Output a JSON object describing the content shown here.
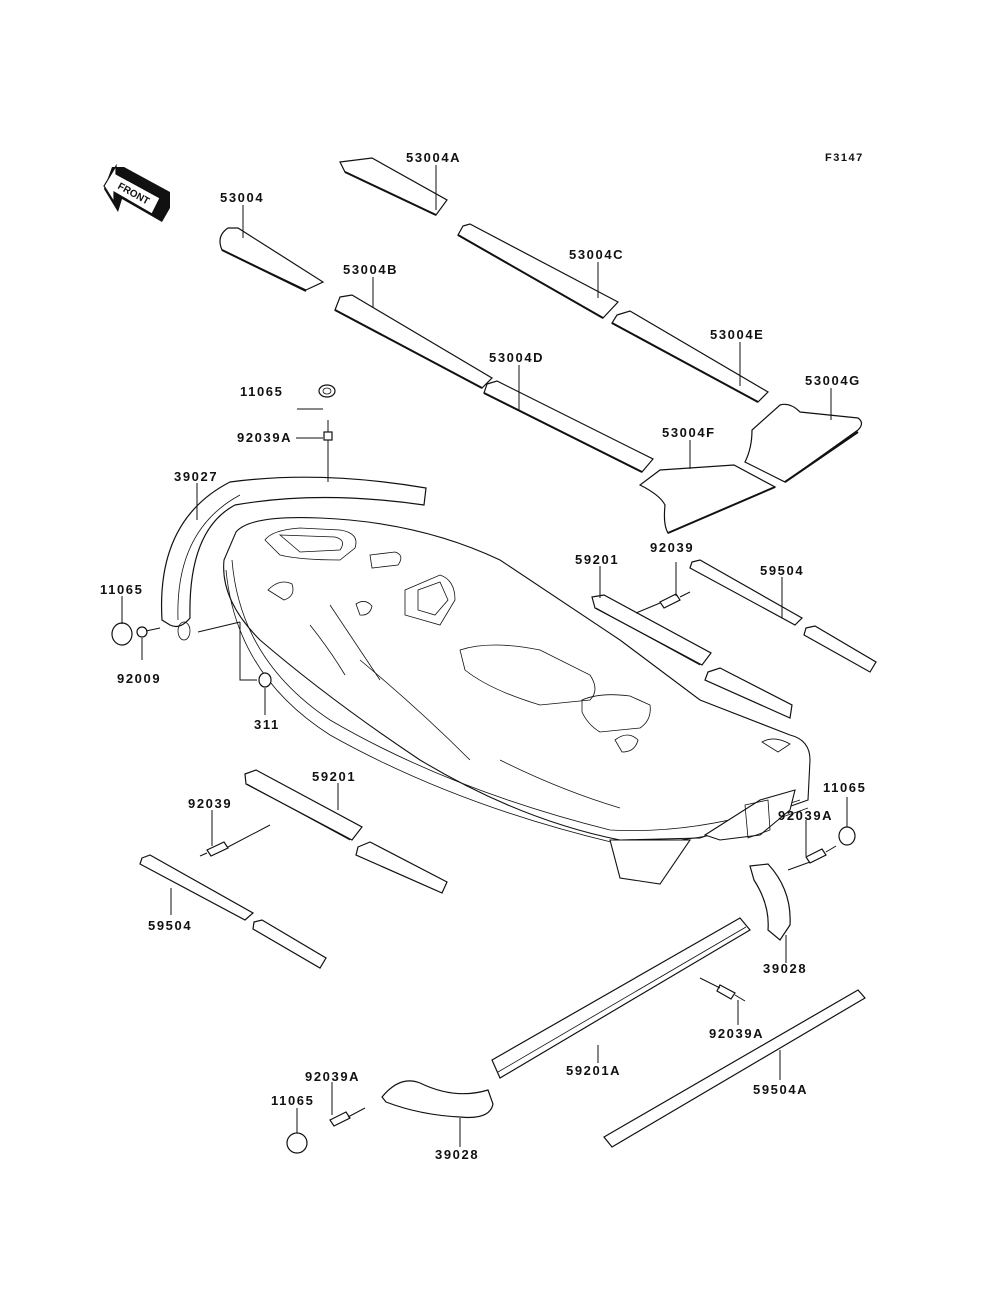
{
  "figure_code": "F3147",
  "front_arrow_label": "FRONT",
  "colors": {
    "ink": "#111111",
    "paper": "#ffffff"
  },
  "parts": [
    {
      "id": "mat-53004",
      "number": "53004",
      "description": "mat"
    },
    {
      "id": "mat-53004A",
      "number": "53004A",
      "description": "mat"
    },
    {
      "id": "mat-53004B",
      "number": "53004B",
      "description": "mat"
    },
    {
      "id": "mat-53004C",
      "number": "53004C",
      "description": "mat"
    },
    {
      "id": "mat-53004D",
      "number": "53004D",
      "description": "mat"
    },
    {
      "id": "mat-53004E",
      "number": "53004E",
      "description": "mat"
    },
    {
      "id": "mat-53004F",
      "number": "53004F",
      "description": "mat"
    },
    {
      "id": "mat-53004G",
      "number": "53004G",
      "description": "mat"
    }
  ],
  "callouts": [
    {
      "name": "label-53004",
      "text": "53004"
    },
    {
      "name": "label-53004A",
      "text": "53004A"
    },
    {
      "name": "label-53004B",
      "text": "53004B"
    },
    {
      "name": "label-53004C",
      "text": "53004C"
    },
    {
      "name": "label-53004D",
      "text": "53004D"
    },
    {
      "name": "label-53004E",
      "text": "53004E"
    },
    {
      "name": "label-53004F",
      "text": "53004F"
    },
    {
      "name": "label-53004G",
      "text": "53004G"
    },
    {
      "name": "label-11065-top",
      "text": "11065"
    },
    {
      "name": "label-92039A-top",
      "text": "92039A"
    },
    {
      "name": "label-39027",
      "text": "39027"
    },
    {
      "name": "label-11065-left",
      "text": "11065"
    },
    {
      "name": "label-92009",
      "text": "92009"
    },
    {
      "name": "label-311",
      "text": "311"
    },
    {
      "name": "label-59201-right",
      "text": "59201"
    },
    {
      "name": "label-92039-right",
      "text": "92039"
    },
    {
      "name": "label-59504-right",
      "text": "59504"
    },
    {
      "name": "label-59201-left",
      "text": "59201"
    },
    {
      "name": "label-92039-left",
      "text": "92039"
    },
    {
      "name": "label-59504-left",
      "text": "59504"
    },
    {
      "name": "label-11065-rear",
      "text": "11065"
    },
    {
      "name": "label-92039A-rear",
      "text": "92039A"
    },
    {
      "name": "label-39028-rear",
      "text": "39028"
    },
    {
      "name": "label-92039A-mid",
      "text": "92039A"
    },
    {
      "name": "label-59201A",
      "text": "59201A"
    },
    {
      "name": "label-59504A",
      "text": "59504A"
    },
    {
      "name": "label-92039A-bot",
      "text": "92039A"
    },
    {
      "name": "label-11065-bot",
      "text": "11065"
    },
    {
      "name": "label-39028-bot",
      "text": "39028"
    }
  ]
}
